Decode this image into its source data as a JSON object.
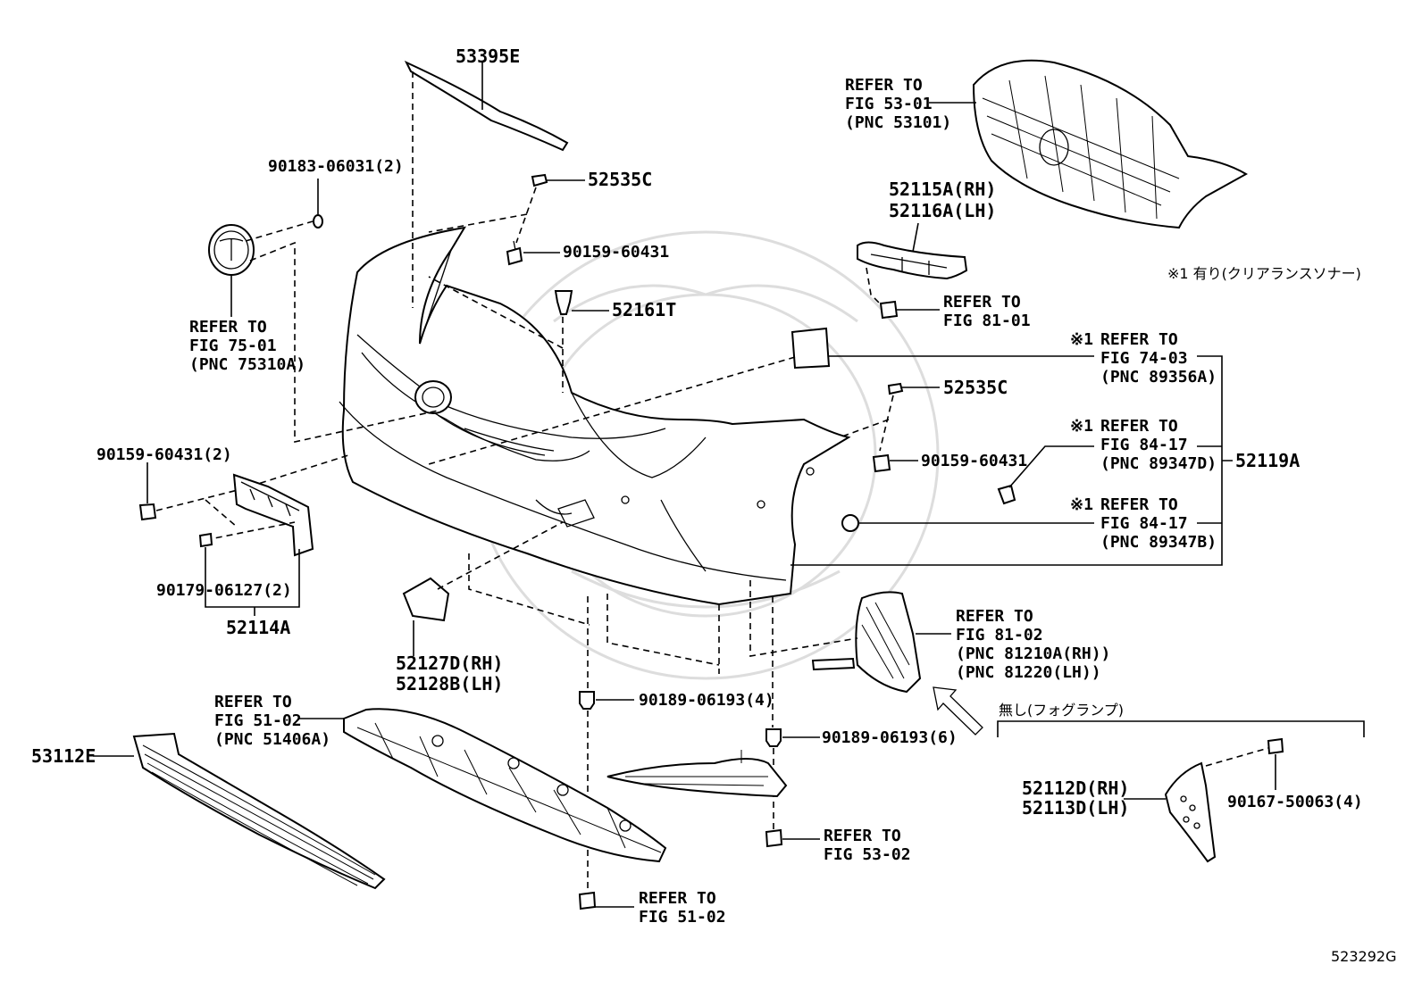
{
  "diagram_id": "523292G",
  "labels": {
    "p53395E": "53395E",
    "p90183": "90183-06031(2)",
    "p52535C_top": "52535C",
    "p90159_top": "90159-60431",
    "p52161T": "52161T",
    "ref7501": [
      "REFER TO",
      "FIG 75-01",
      "(PNC 75310A)"
    ],
    "ref5301": [
      "REFER TO",
      "FIG 53-01",
      "(PNC 53101)"
    ],
    "p52115A": "52115A(RH)",
    "p52116A": "52116A(LH)",
    "ref8101": [
      "REFER TO",
      "FIG 81-01"
    ],
    "note1": "※1 有り(クリアランスソナー)",
    "ref7403": [
      "REFER TO",
      "FIG 74-03",
      "(PNC 89356A)"
    ],
    "ref7403_mark": "※1",
    "p52535C_mid": "52535C",
    "ref8417D": [
      "REFER TO",
      "FIG 84-17",
      "(PNC 89347D)"
    ],
    "ref8417D_mark": "※1",
    "p90159_mid": "90159-60431",
    "p52119A": "52119A",
    "ref8417B": [
      "REFER TO",
      "FIG 84-17",
      "(PNC 89347B)"
    ],
    "ref8417B_mark": "※1",
    "p90159_2": "90159-60431(2)",
    "p90179": "90179-06127(2)",
    "p52114A": "52114A",
    "ref8102": [
      "REFER TO",
      "FIG 81-02",
      "(PNC 81210A(RH))",
      "(PNC 81220(LH))"
    ],
    "p52127D": "52127D(RH)",
    "p52128B": "52128B(LH)",
    "ref5102_top": [
      "REFER TO",
      "FIG 51-02",
      "(PNC 51406A)"
    ],
    "p90189_4": "90189-06193(4)",
    "p90189_6": "90189-06193(6)",
    "nashi": "無し(フォグランプ)",
    "p53112E": "53112E",
    "p52112D": "52112D(RH)",
    "p52113D": "52113D(LH)",
    "p90167": "90167-50063(4)",
    "ref5302": [
      "REFER TO",
      "FIG 53-02"
    ],
    "ref5102_bottom": [
      "REFER TO",
      "FIG 51-02"
    ]
  }
}
